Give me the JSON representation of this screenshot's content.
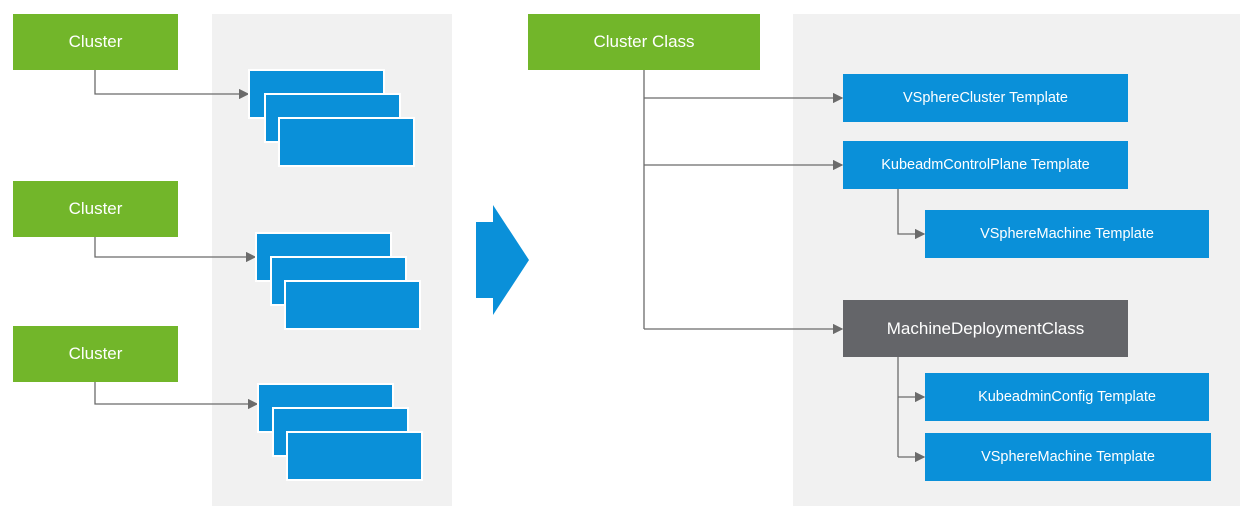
{
  "left": {
    "clusters": [
      {
        "label": "Cluster"
      },
      {
        "label": "Cluster"
      },
      {
        "label": "Cluster"
      }
    ]
  },
  "right": {
    "cluster_class": {
      "label": "Cluster Class"
    },
    "templates": {
      "vsphere_cluster": "VSphereCluster Template",
      "kubeadm_control_plane": "KubeadmControlPlane Template",
      "vsphere_machine_cp": "VSphereMachine Template",
      "machine_deployment_class": "MachineDeploymentClass",
      "kubeadmin_config": "KubeadminConfig Template",
      "vsphere_machine_md": "VSphereMachine Template"
    }
  },
  "colors": {
    "green": "#72b62a",
    "blue": "#0a90d9",
    "gray": "#646569",
    "panel": "#f1f1f1",
    "connector": "#6b6b6b"
  },
  "icons": {
    "transition": "arrow-right-icon"
  }
}
